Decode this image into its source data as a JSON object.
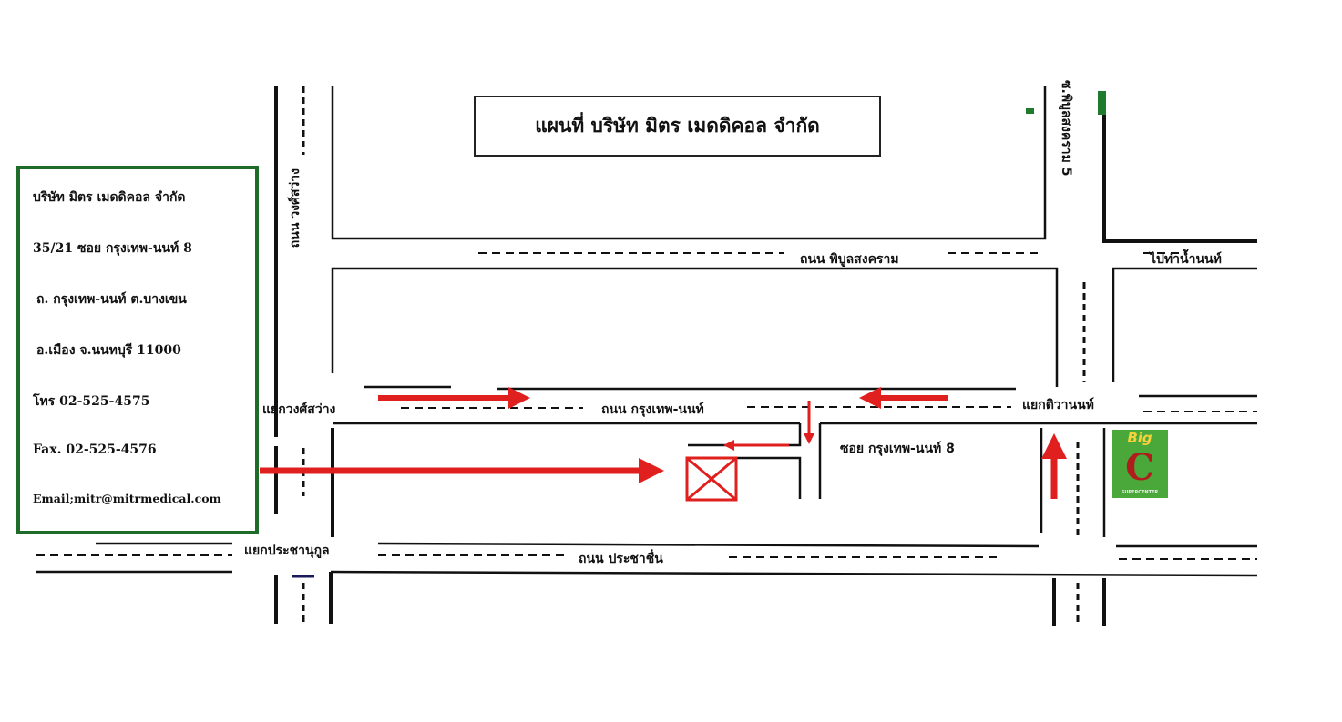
{
  "title": "แผนที่ บริษัท  มิตร เมดดิคอล  จำกัด",
  "company_info": {
    "name": "บริษัท มิตร เมดดิคอล จำกัด",
    "address_1": "35/21 ซอย กรุงเทพ-นนท์ 8",
    "address_2": "ถ. กรุงเทพ-นนท์   ต.บางเขน",
    "address_3": "อ.เมือง  จ.นนทบุรี 11000",
    "phone": "โทร 02-525-4575",
    "fax": "Fax. 02-525-4576",
    "email": "Email;mitr@mitrmedical.com"
  },
  "roads": {
    "wongsawang": "ถนน วงศ์สว่าง",
    "phibun": "ถนน พิบูลสงคราม",
    "phibun_soi_5": "ซ.พิบูลสงคราม 5",
    "krungthep_non": "ถนน กรุงเทพ-นนท์",
    "soi_krungthep_non_8": "ซอย กรุงเทพ-นนท์ 8",
    "prachachuen": "ถนน ประชาชื่น",
    "to_tha_nam_non": "ไปท่าน้ำนนท์"
  },
  "intersections": {
    "wongsawang": "แยกวงศ์สว่าง",
    "tiwanon": "แยกติวานนท์",
    "prachanukul": "แยกประชานุกูล"
  },
  "landmarks": {
    "big_c": {
      "logo_top": "Big",
      "logo_letter": "C",
      "logo_sub": "SUPERCENTER"
    }
  },
  "colors": {
    "route": "#e0201e",
    "box_border": "#1f6b2a",
    "bigc_green": "#4aa83a"
  }
}
